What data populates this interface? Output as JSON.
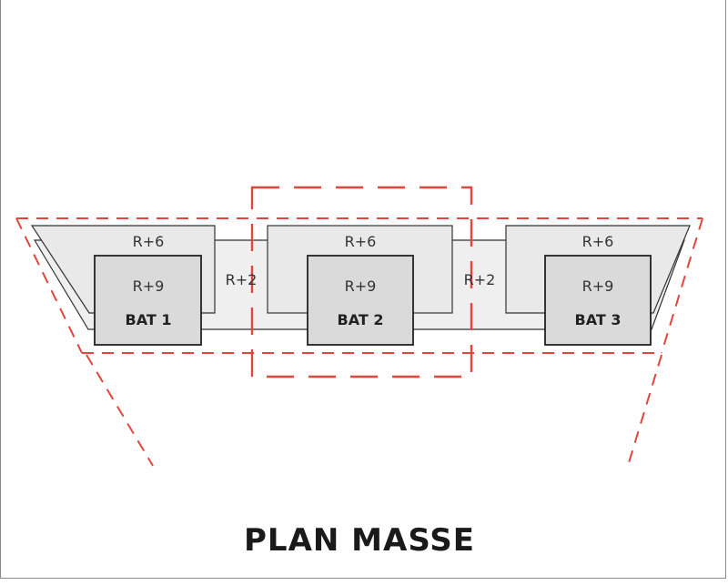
{
  "title": "PLAN MASSE",
  "colors": {
    "outline_dashed": "#e0463c",
    "low_block_fill": "#efefef",
    "mid_block_fill": "#e6e6e6",
    "tower_fill": "#dadada",
    "stroke": "#333333"
  },
  "connectors": [
    {
      "label": "R+2"
    },
    {
      "label": "R+2"
    }
  ],
  "buildings": [
    {
      "wing_label": "R+6",
      "tower_label": "R+9",
      "name": "BAT 1"
    },
    {
      "wing_label": "R+6",
      "tower_label": "R+9",
      "name": "BAT 2"
    },
    {
      "wing_label": "R+6",
      "tower_label": "R+9",
      "name": "BAT 3"
    }
  ]
}
